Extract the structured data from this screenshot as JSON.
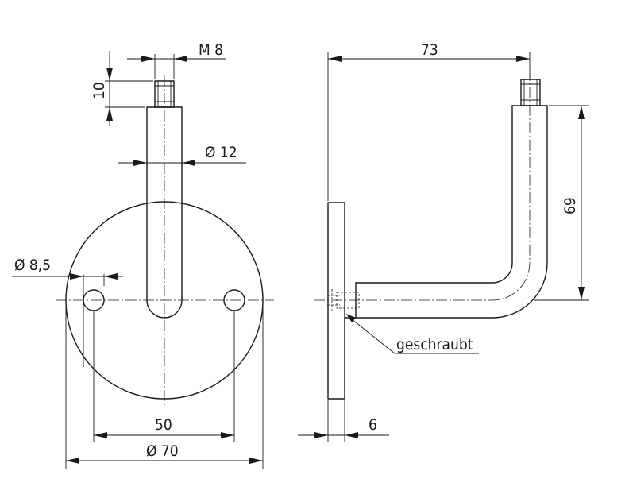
{
  "dimensions": {
    "thread": "M 8",
    "thread_length": "10",
    "rod_diameter": "Ø 12",
    "hole_diameter": "Ø 8,5",
    "hole_spacing": "50",
    "plate_diameter": "Ø 70",
    "projection": "73",
    "height": "69",
    "plate_thickness": "6"
  },
  "notes": {
    "joint": "geschraubt"
  }
}
